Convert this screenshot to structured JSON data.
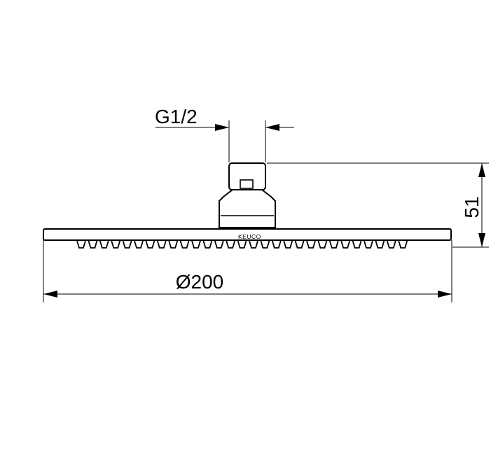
{
  "dimensions": {
    "thread": "G1/2",
    "height": "51",
    "diameter": "Ø200"
  },
  "brand": "KEUCO",
  "colors": {
    "line": "#000000",
    "background": "#ffffff"
  }
}
